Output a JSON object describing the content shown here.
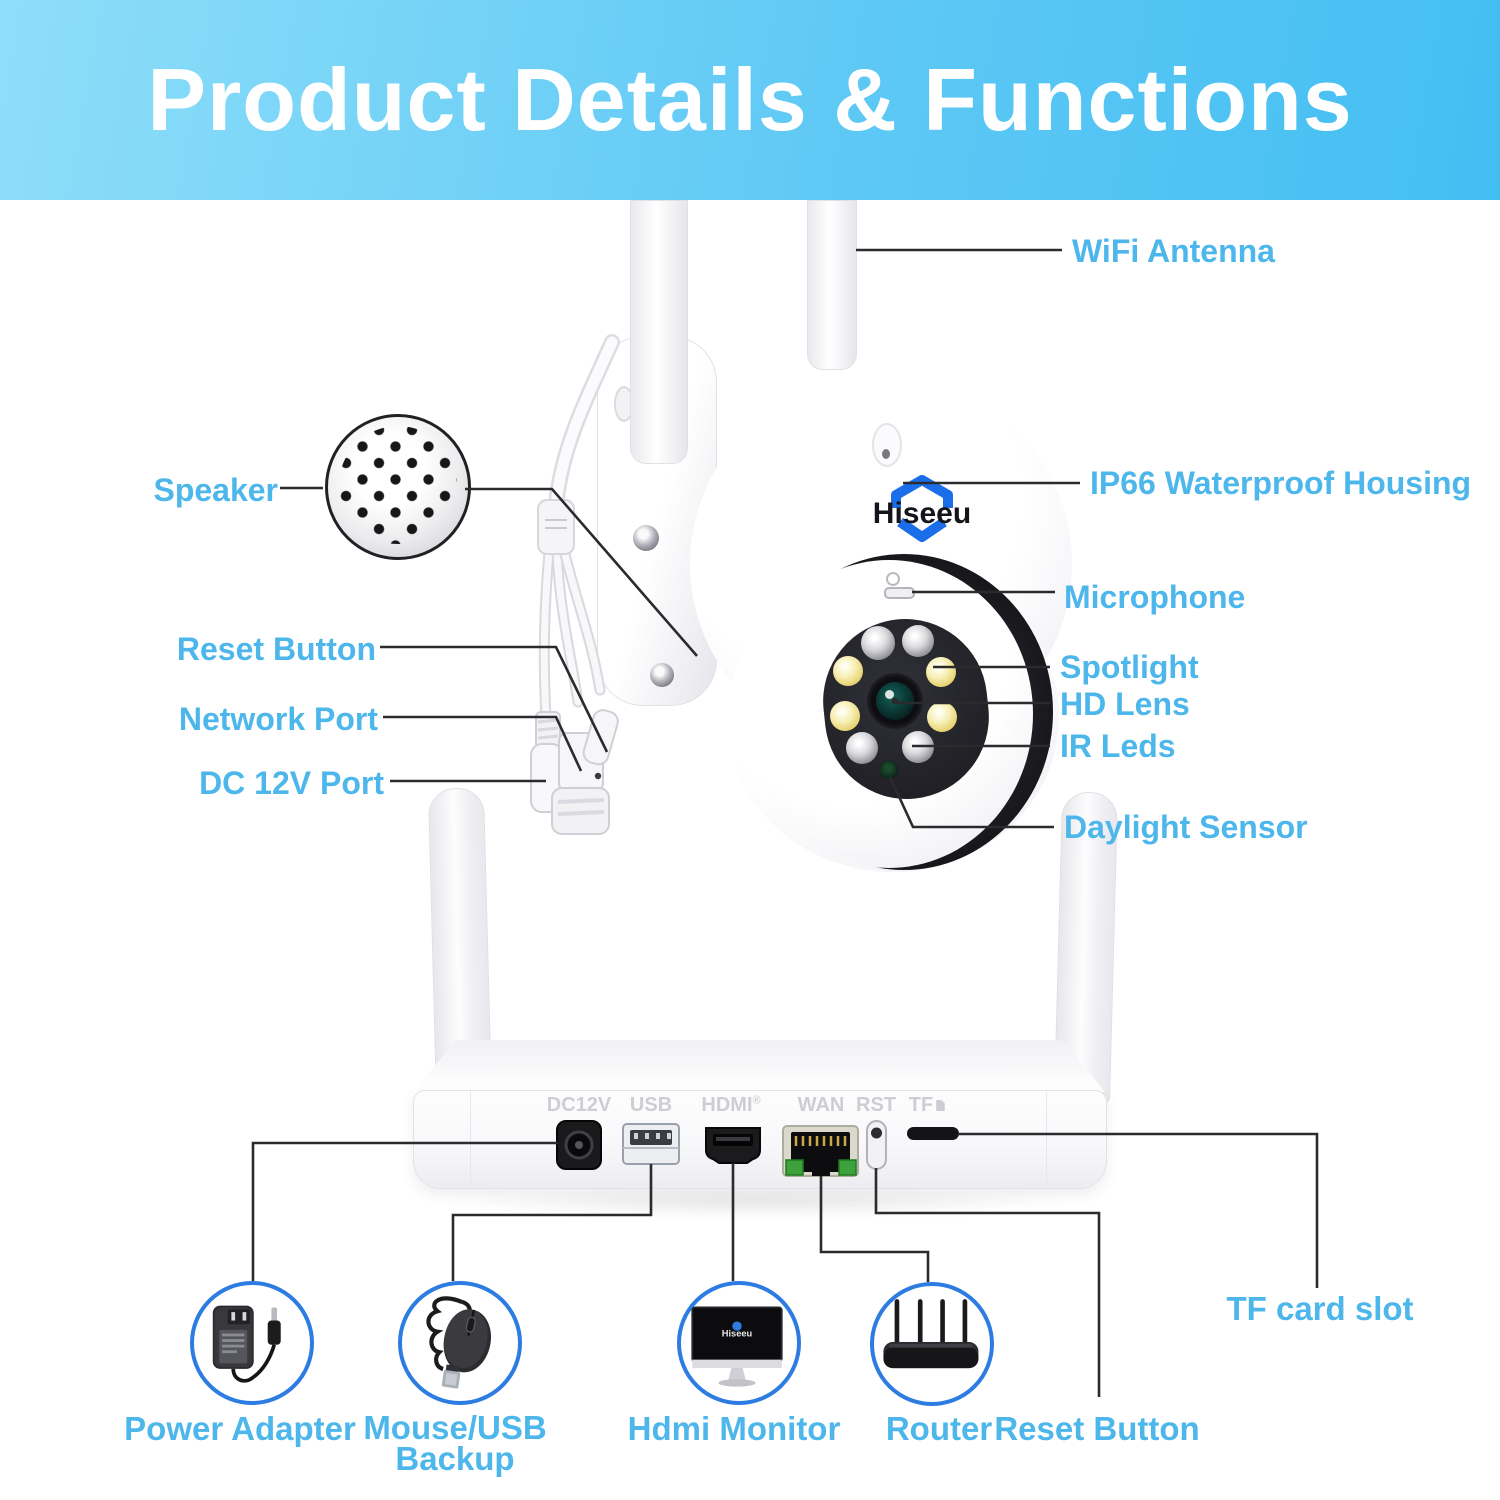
{
  "header": {
    "title": "Product Details & Functions"
  },
  "brand": {
    "name": "Hiseeu"
  },
  "camera": {
    "left_labels": [
      {
        "id": "speaker",
        "label": "Speaker"
      },
      {
        "id": "reset-button",
        "label": "Reset Button"
      },
      {
        "id": "network-port",
        "label": "Network Port"
      },
      {
        "id": "dc-12v-port",
        "label": "DC 12V Port"
      }
    ],
    "right_labels": [
      {
        "id": "wifi-antenna",
        "label": "WiFi Antenna"
      },
      {
        "id": "ip66-housing",
        "label": "IP66 Waterproof Housing"
      },
      {
        "id": "microphone",
        "label": "Microphone"
      },
      {
        "id": "spotlight",
        "label": "Spotlight"
      },
      {
        "id": "hd-lens",
        "label": "HD Lens"
      },
      {
        "id": "ir-leds",
        "label": "IR Leds"
      },
      {
        "id": "daylight-sensor",
        "label": "Daylight Sensor"
      }
    ]
  },
  "nvr": {
    "ports": [
      {
        "id": "dc12v",
        "label": "DC12V"
      },
      {
        "id": "usb",
        "label": "USB"
      },
      {
        "id": "hdmi",
        "label": "HDMI",
        "sup": "®"
      },
      {
        "id": "wan",
        "label": "WAN"
      },
      {
        "id": "rst",
        "label": "RST"
      },
      {
        "id": "tf",
        "label": "TF"
      }
    ]
  },
  "accessories": {
    "power_adapter": {
      "label": "Power Adapter",
      "icon": "power-adapter-icon"
    },
    "mouse": {
      "line1": "Mouse/USB",
      "line2": "Backup",
      "icon": "mouse-icon"
    },
    "monitor": {
      "label": "Hdmi Monitor",
      "icon": "monitor-icon"
    },
    "router": {
      "label": "Router",
      "icon": "router-icon"
    },
    "reset_button": {
      "label": "Reset Button"
    },
    "tf_card_slot": {
      "label": "TF card slot"
    }
  },
  "colors": {
    "accent_blue": "#4db7eb",
    "banner_start": "#8edef9",
    "banner_end": "#43bef2",
    "callout_line": "#2b2b2d",
    "circle_blue": "#2d7ce2",
    "shield_blue": "#1b6ee9"
  }
}
